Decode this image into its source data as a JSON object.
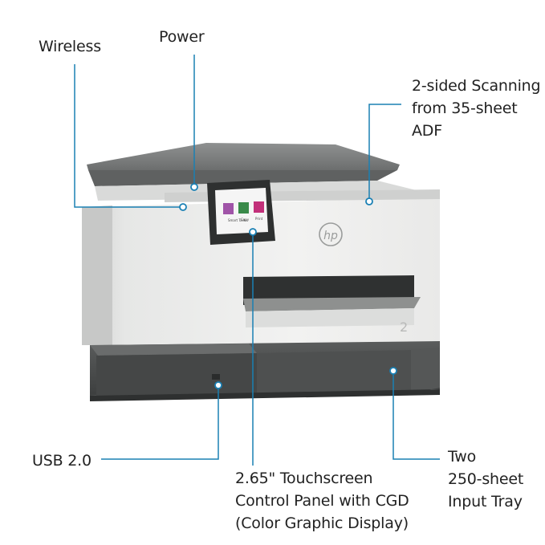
{
  "callouts": {
    "wireless": "Wireless",
    "power": "Power",
    "scanning": [
      "2-sided Scanning",
      "from 35-sheet",
      "ADF"
    ],
    "usb": "USB 2.0",
    "touchscreen": [
      "2.65\" Touchscreen",
      "Control Panel with CGD",
      "(Color Graphic Display)"
    ],
    "tray": [
      "Two",
      "250-sheet",
      "Input Tray"
    ]
  },
  "printer": {
    "brand_logo": "hp",
    "tray_number": "2",
    "screen_icons": [
      "Smart Tasks",
      "Copy",
      "Print"
    ]
  },
  "colors": {
    "callout_line": "#1a80b4",
    "label_text": "#222222",
    "body_light": "#ecedec",
    "base_dark": "#4a4c4c"
  }
}
